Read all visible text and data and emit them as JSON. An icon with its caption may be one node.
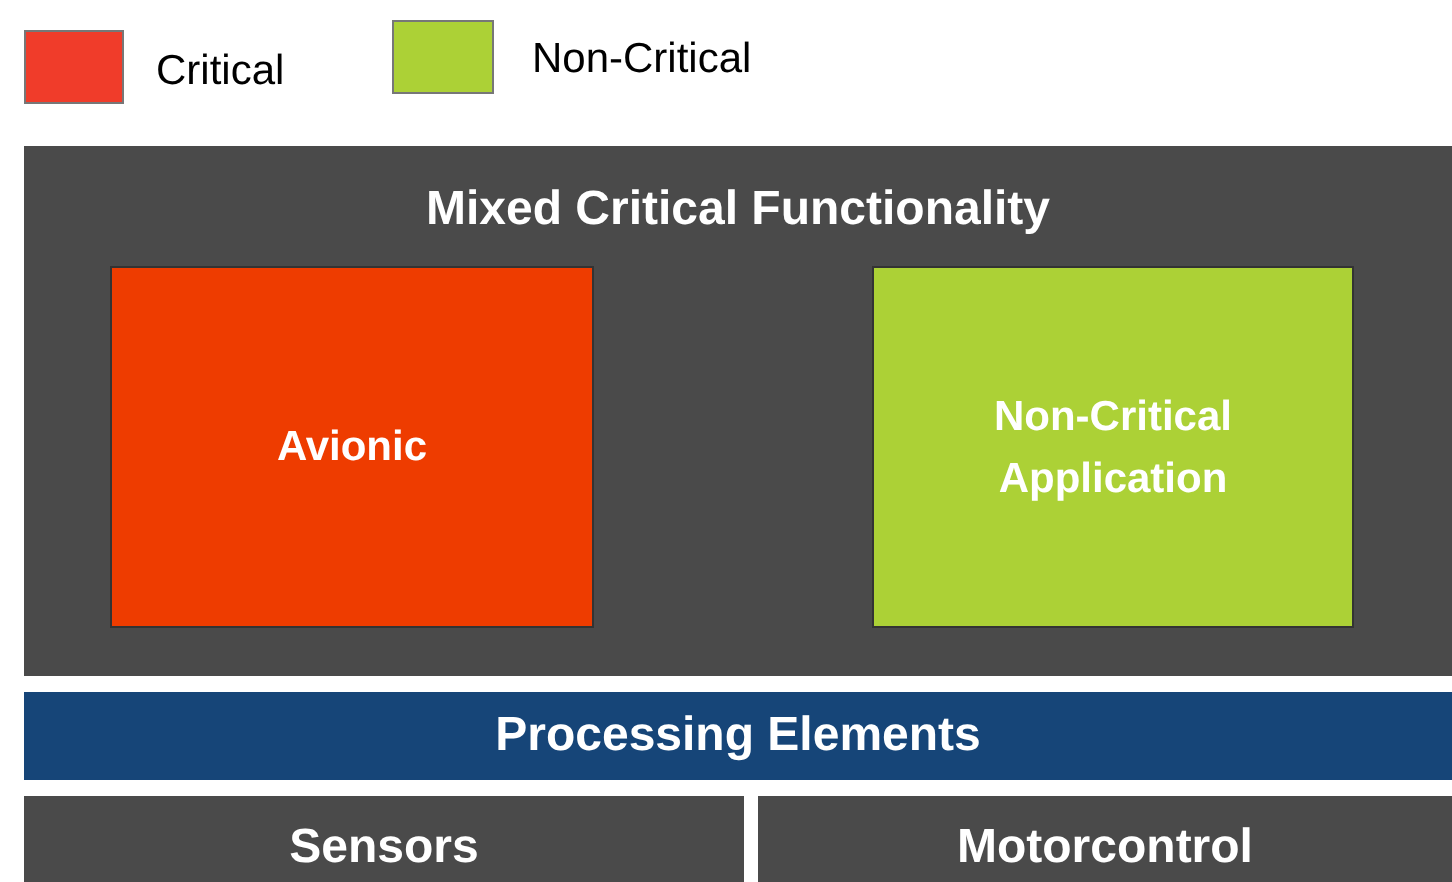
{
  "diagram": {
    "nodes": [
      {
        "text": [
          "Mixed Critical Functionality"
        ]
      },
      {
        "text": [
          "Avionic"
        ],
        "in": 0
      },
      {
        "text": [
          "Non-Critical Application"
        ],
        "in": 0
      },
      {
        "text": [
          "Processing Elements"
        ]
      },
      {
        "text": [
          "Sensors"
        ]
      },
      {
        "text": [
          "Motorcontrol"
        ]
      }
    ],
    "legend": [
      {
        "text": "Critical",
        "color": "#f03c2a"
      },
      {
        "text": "Non-Critical",
        "color": "#acd136"
      }
    ]
  }
}
